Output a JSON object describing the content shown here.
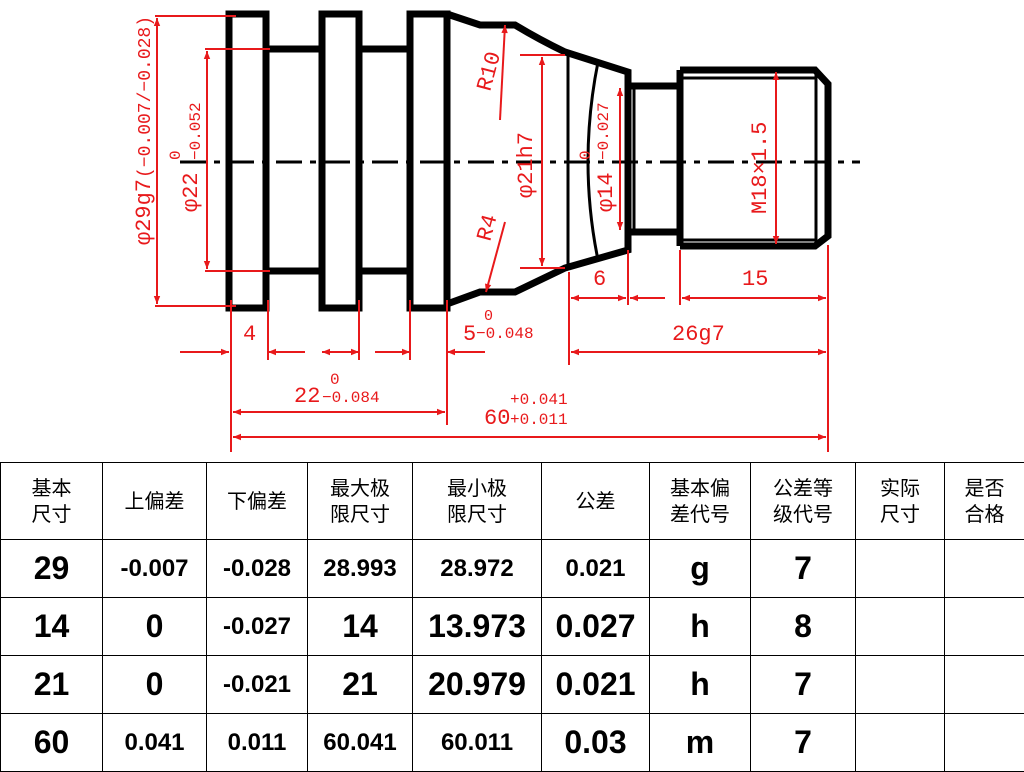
{
  "drawing": {
    "labels": {
      "d29": "φ29g7",
      "d29_tol": "(−0.007/−0.028)",
      "d22": "φ22",
      "d22_up": "0",
      "d22_low": "−0.052",
      "r10": "R10",
      "r4": "R4",
      "d21": "φ21h7",
      "d14": "φ14",
      "d14_up": "0",
      "d14_low": "−0.027",
      "m18": "M18×1.5",
      "l4": "4",
      "l5": "5",
      "l5_up": "0",
      "l5_low": "−0.048",
      "l6": "6",
      "l15": "15",
      "l26": "26g7",
      "l22": "22",
      "l22_up": "0",
      "l22_low": "−0.084",
      "l60": "60",
      "l60_up": "+0.041",
      "l60_low": "+0.011"
    }
  },
  "table": {
    "headers": [
      "基本\n尺寸",
      "上偏差",
      "下偏差",
      "最大极\n限尺寸",
      "最小极\n限尺寸",
      "公差",
      "基本偏\n差代号",
      "公差等\n级代号",
      "实际\n尺寸",
      "是否\n合格"
    ],
    "rows": [
      [
        "29",
        "-0.007",
        "-0.028",
        "28.993",
        "28.972",
        "0.021",
        "g",
        "7",
        "",
        ""
      ],
      [
        "14",
        "0",
        "-0.027",
        "14",
        "13.973",
        "0.027",
        "h",
        "8",
        "",
        ""
      ],
      [
        "21",
        "0",
        "-0.021",
        "21",
        "20.979",
        "0.021",
        "h",
        "7",
        "",
        ""
      ],
      [
        "60",
        "0.041",
        "0.011",
        "60.041",
        "60.011",
        "0.03",
        "m",
        "7",
        "",
        ""
      ]
    ]
  }
}
